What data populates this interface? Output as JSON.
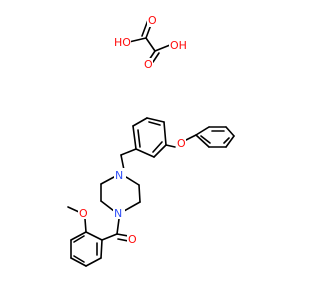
{
  "colors": {
    "bond": "#000000",
    "oxygen": "#ff0d0d",
    "nitrogen": "#3050f8",
    "background": "#ffffff"
  },
  "atoms": {
    "oxalic_hydroxyl_left": "HO",
    "oxalic_hydroxyl_right": "OH",
    "oxalic_carbonyl_top": "O",
    "oxalic_carbonyl_bottom": "O",
    "ether_oxygen": "O",
    "piperazine_n_top": "N",
    "piperazine_n_bottom": "N",
    "methoxy_oxygen": "O",
    "amide_carbonyl_oxygen": "O"
  }
}
